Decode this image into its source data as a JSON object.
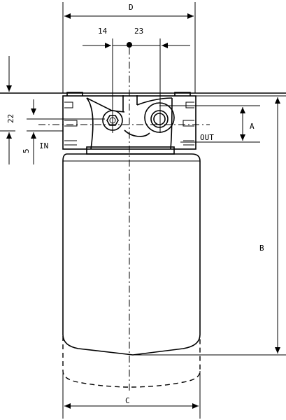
{
  "labels": {
    "top_width": "D",
    "bottom_width": "C",
    "height": "B",
    "port_height": "A",
    "offset_left": "14",
    "offset_right": "23",
    "vertical_left": "22",
    "vertical_small": "5",
    "inlet": "IN",
    "outlet": "OUT"
  }
}
